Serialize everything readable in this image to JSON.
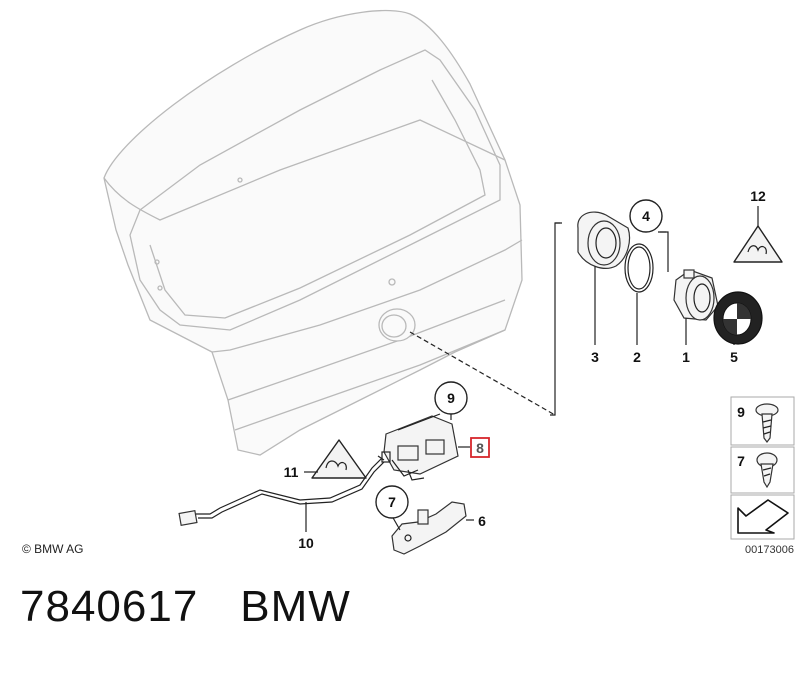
{
  "diagram": {
    "copyright": "© BMW AG",
    "drawing_number": "00173006",
    "callouts": {
      "p1": "1",
      "p2": "2",
      "p3": "3",
      "p4": "4",
      "p5": "5",
      "p6": "6",
      "p7": "7",
      "p8": "8",
      "p9": "9",
      "p10": "10",
      "p11": "11",
      "p12": "12"
    },
    "legend": {
      "item9": "9",
      "item7": "7"
    },
    "highlight_color": "#d6262b"
  },
  "caption": {
    "part_number": "7840617",
    "brand": "BMW"
  }
}
